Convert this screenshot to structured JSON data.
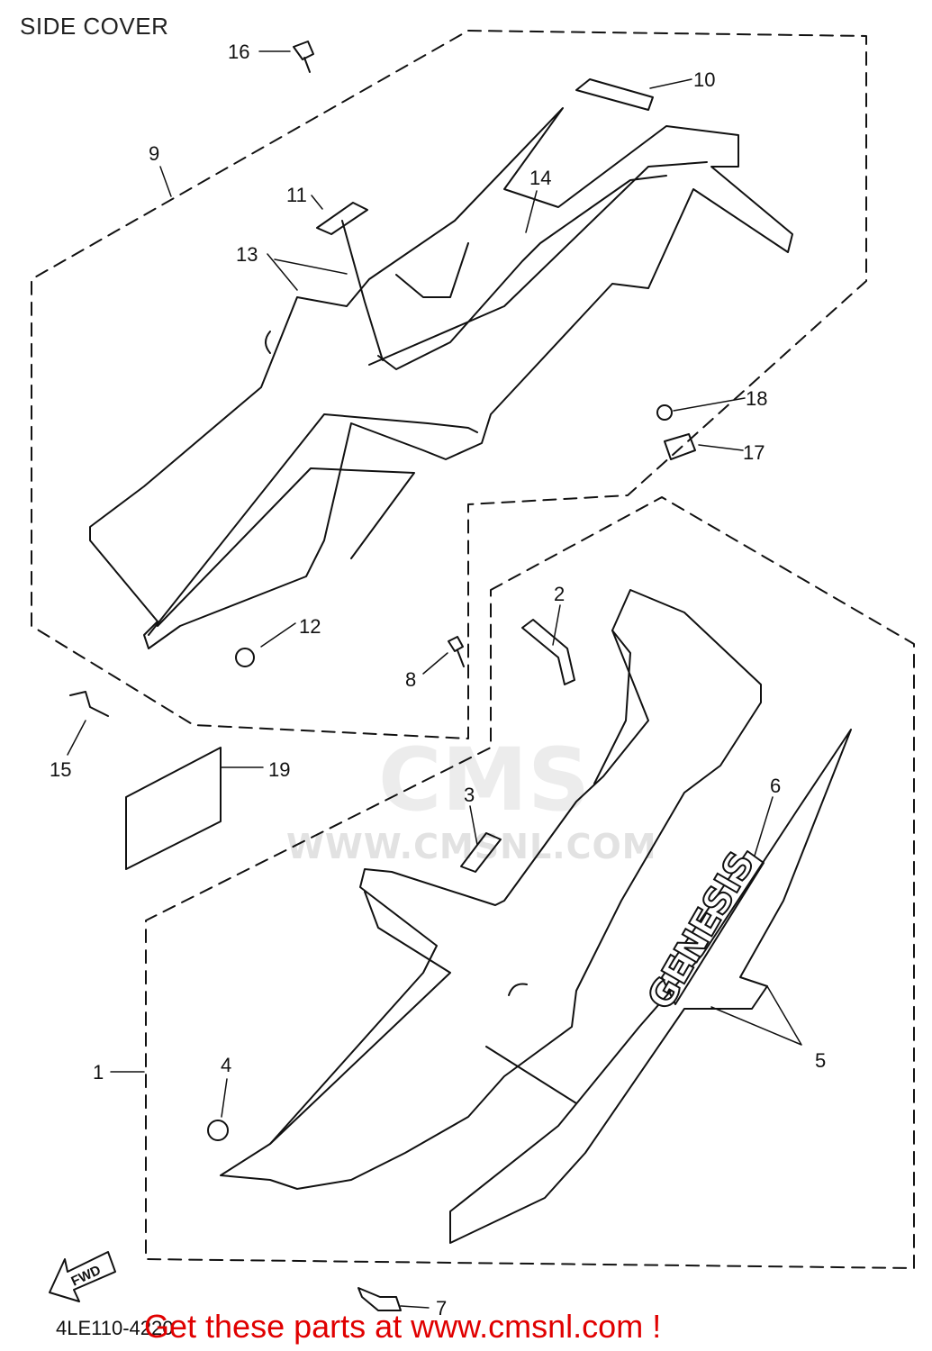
{
  "title": "SIDE COVER",
  "diagram_code": "4LE110-4220",
  "promo_text": "Get these parts at www.cmsnl.com !",
  "watermark": {
    "url": "WWW.CMSNL.COM",
    "logo": "CMS"
  },
  "fwd_label": "FWD",
  "brand_emblem": "GENESIS",
  "callouts": {
    "c1": "1",
    "c2": "2",
    "c3": "3",
    "c4": "4",
    "c5": "5",
    "c6": "6",
    "c7": "7",
    "c8": "8",
    "c9": "9",
    "c10": "10",
    "c11": "11",
    "c12": "12",
    "c13": "13",
    "c14": "14",
    "c15": "15",
    "c16": "16",
    "c17": "17",
    "c18": "18",
    "c19": "19"
  },
  "colors": {
    "line": "#111111",
    "promo": "#e00000",
    "watermark": "#e2e2e2"
  }
}
